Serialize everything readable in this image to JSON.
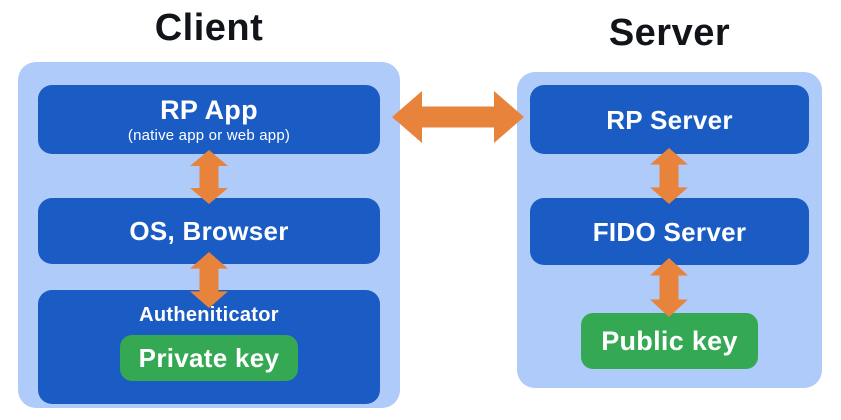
{
  "client": {
    "title": "Client",
    "rp_app": {
      "label": "RP App",
      "sublabel": "(native app or web app)"
    },
    "os_browser": {
      "label": "OS, Browser"
    },
    "authenticator": {
      "label": "Autheniticator"
    },
    "private_key": {
      "label": "Private key"
    }
  },
  "server": {
    "title": "Server",
    "rp_server": {
      "label": "RP Server"
    },
    "fido_server": {
      "label": "FIDO Server"
    },
    "public_key": {
      "label": "Public key"
    }
  },
  "icons": {
    "client_server_link": "horizontal-double-arrow-icon",
    "stack_links": "vertical-double-arrow-icon"
  },
  "colors": {
    "panel": "#AECBFA",
    "box": "#1A5CC4",
    "key": "#34A853",
    "arrow": "#E8833C",
    "title": "#111418",
    "box_text": "#FFFFFF"
  }
}
